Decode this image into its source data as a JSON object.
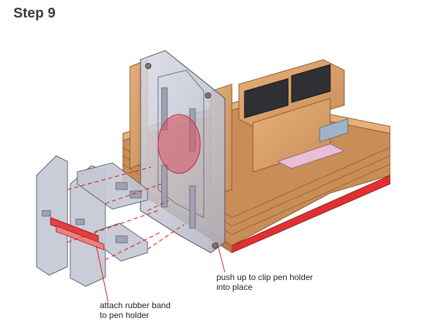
{
  "step_title": "Step 9",
  "annotations": {
    "push_line1": "push up to clip pen holder",
    "push_line2": "into place",
    "band_line1": "attach rubber band",
    "band_line2": "to pen holder"
  },
  "colors": {
    "wood": "#d9a06a",
    "wood_dark": "#b9824f",
    "acrylic": "#c9cbd6",
    "accent_red": "#d81e1e",
    "motor": "#2f3033"
  }
}
